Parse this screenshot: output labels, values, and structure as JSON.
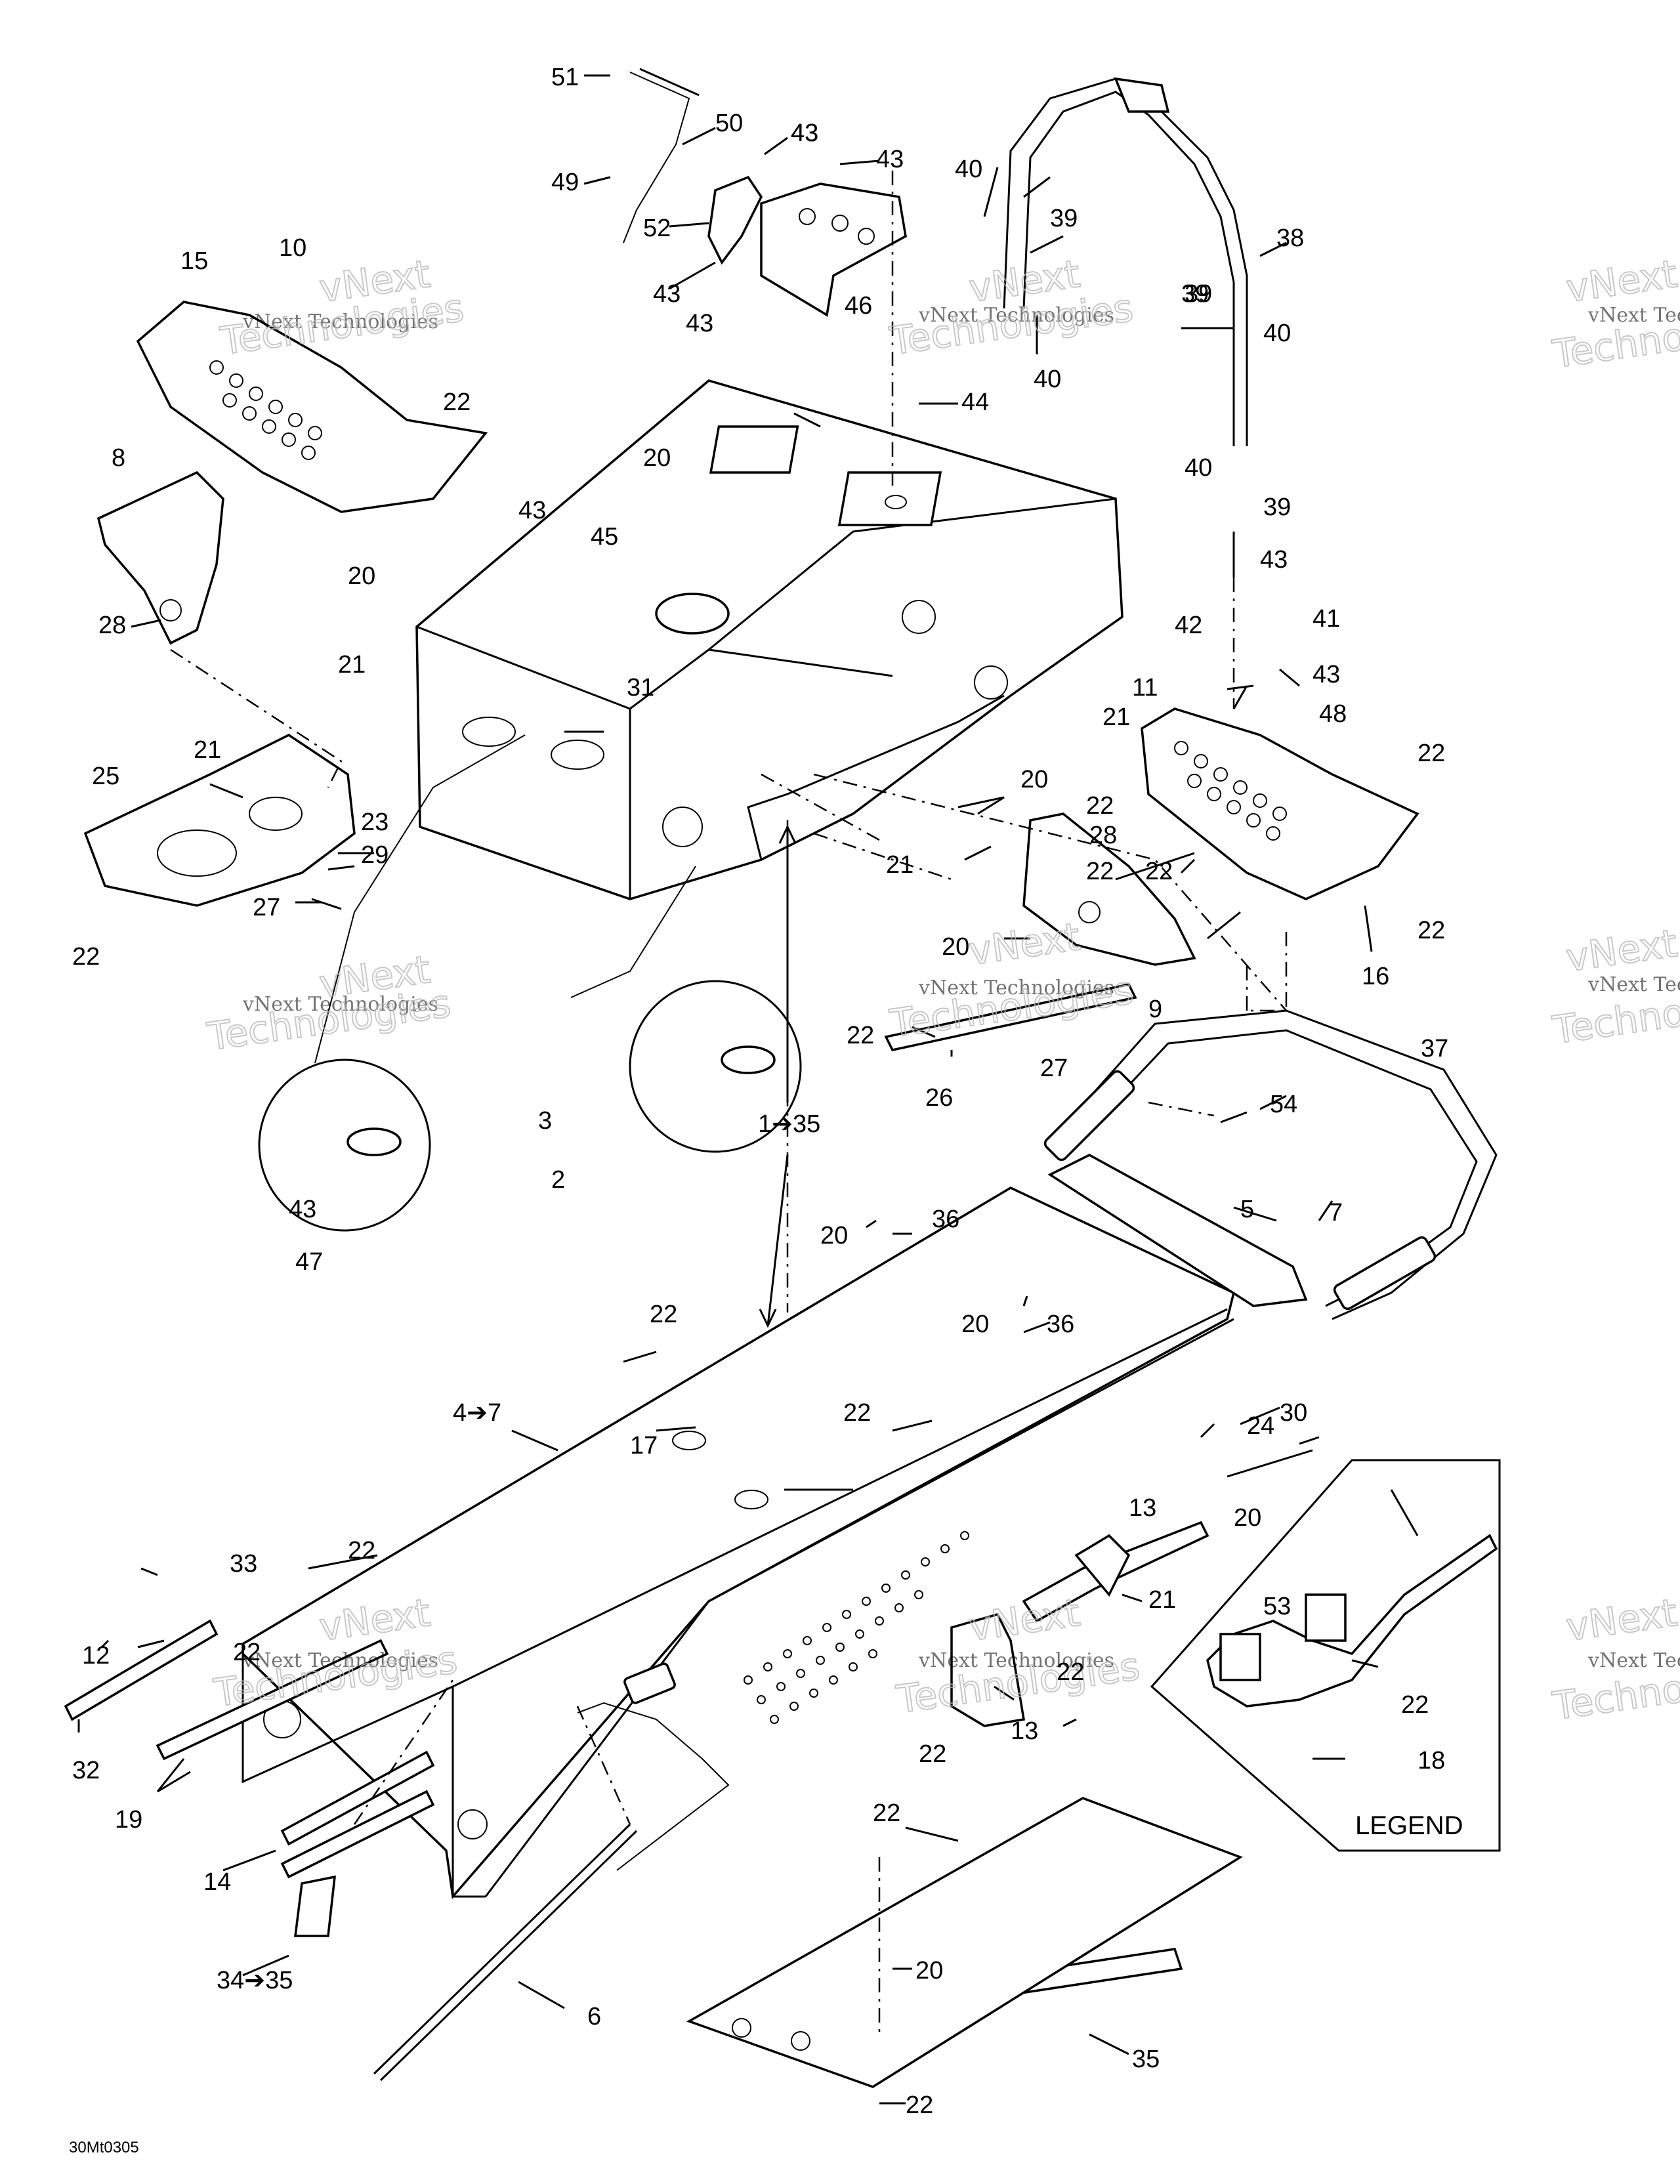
{
  "diagram": {
    "drawing_code": "30Mt0305",
    "legend_label": "LEGEND",
    "watermark": {
      "brand": "vNext Technologies",
      "top": "vNext",
      "bottom": "Technologies"
    },
    "callouts": [
      "51",
      "50",
      "49",
      "43",
      "43",
      "52",
      "43",
      "46",
      "43",
      "43",
      "40",
      "39",
      "38",
      "39",
      "39",
      "40",
      "40",
      "40",
      "39",
      "15",
      "10",
      "22",
      "44",
      "8",
      "20",
      "43",
      "45",
      "20",
      "21",
      "28",
      "31",
      "43",
      "41",
      "42",
      "43",
      "48",
      "11",
      "21",
      "22",
      "22",
      "25",
      "21",
      "23",
      "29",
      "27",
      "22",
      "20",
      "21",
      "28",
      "22",
      "20",
      "22",
      "16",
      "22",
      "9",
      "22",
      "26",
      "27",
      "37",
      "54",
      "3",
      "2",
      "1➔35",
      "43",
      "47",
      "5",
      "7",
      "20",
      "36",
      "22",
      "20",
      "36",
      "30",
      "4➔7",
      "17",
      "22",
      "24",
      "20",
      "13",
      "21",
      "22",
      "33",
      "22",
      "22",
      "12",
      "53",
      "22",
      "13",
      "22",
      "18",
      "32",
      "19",
      "14",
      "34➔35",
      "22",
      "6",
      "35",
      "22",
      "20"
    ]
  }
}
